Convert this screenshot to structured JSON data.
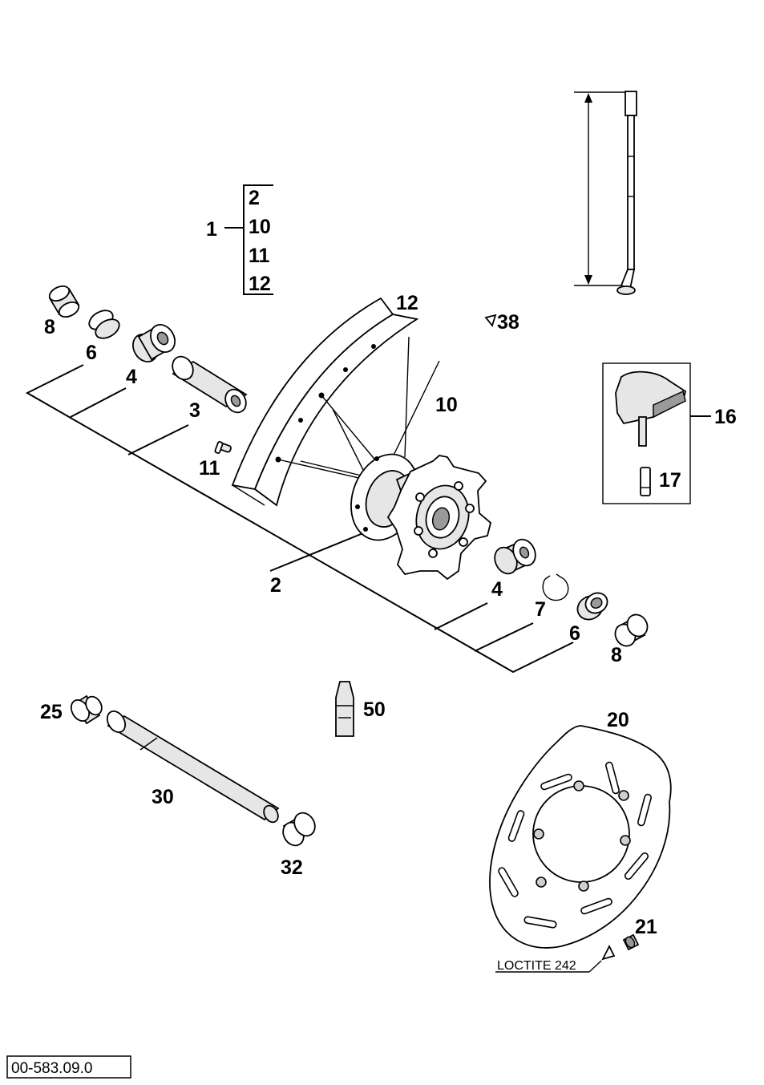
{
  "diagram_ref": "00-583.09.0",
  "note": "LOCTITE 242",
  "kit": {
    "number": "1",
    "items": [
      "2",
      "10",
      "11",
      "12"
    ]
  },
  "callouts": {
    "tire_valve_label": "38",
    "spoke_label": "10",
    "nipple_label": "12",
    "screw_label": "11",
    "hub_label": "2",
    "spacer_label": "3",
    "bearing_left_label": "4",
    "bearing_right_label": "4",
    "seal_left_label": "6",
    "seal_right_label": "6",
    "circlip_label": "7",
    "sleeve_left_label": "8",
    "sleeve_right_label": "8",
    "rim_tape_kit_label": "16",
    "valve_label": "17",
    "nut_left_label": "25",
    "axle_label": "30",
    "nut_right_label": "32",
    "grease_label": "50",
    "brake_disc_label": "20",
    "disc_screw_label": "21"
  }
}
